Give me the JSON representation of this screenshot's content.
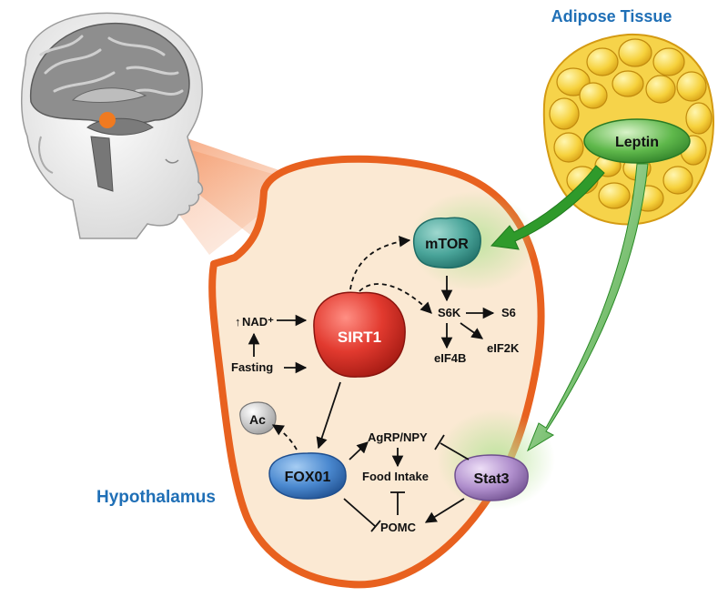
{
  "labels": {
    "adipose_tissue": "Adipose Tissue",
    "hypothalamus": "Hypothalamus",
    "leptin": "Leptin",
    "mtor": "mTOR",
    "sirt1": "SIRT1",
    "fox01": "FOX01",
    "stat3": "Stat3",
    "ac": "Ac",
    "nad": "NAD⁺",
    "nad_arrow": "↑",
    "fasting": "Fasting",
    "s6k": "S6K",
    "s6": "S6",
    "eif4b": "eIF4B",
    "eif2k": "eIF2K",
    "agrp_npy": "AgRP/NPY",
    "food_intake": "Food Intake",
    "pomc": "POMC"
  },
  "colors": {
    "title_blue": "#1f6fb6",
    "cell_outline": "#e8611f",
    "cell_fill": "#fbe9d3",
    "beam": "#f27a45",
    "mtor_teal": "#3f9c93",
    "sirt1_red": "#d42c24",
    "fox01_blue": "#3b7cc4",
    "stat3_purple": "#a783c0",
    "leptin_green": "#43a63c",
    "fat_yellow": "#f4c32a"
  },
  "icons": [
    "brain-illustration",
    "adipose-cells-illustration"
  ]
}
